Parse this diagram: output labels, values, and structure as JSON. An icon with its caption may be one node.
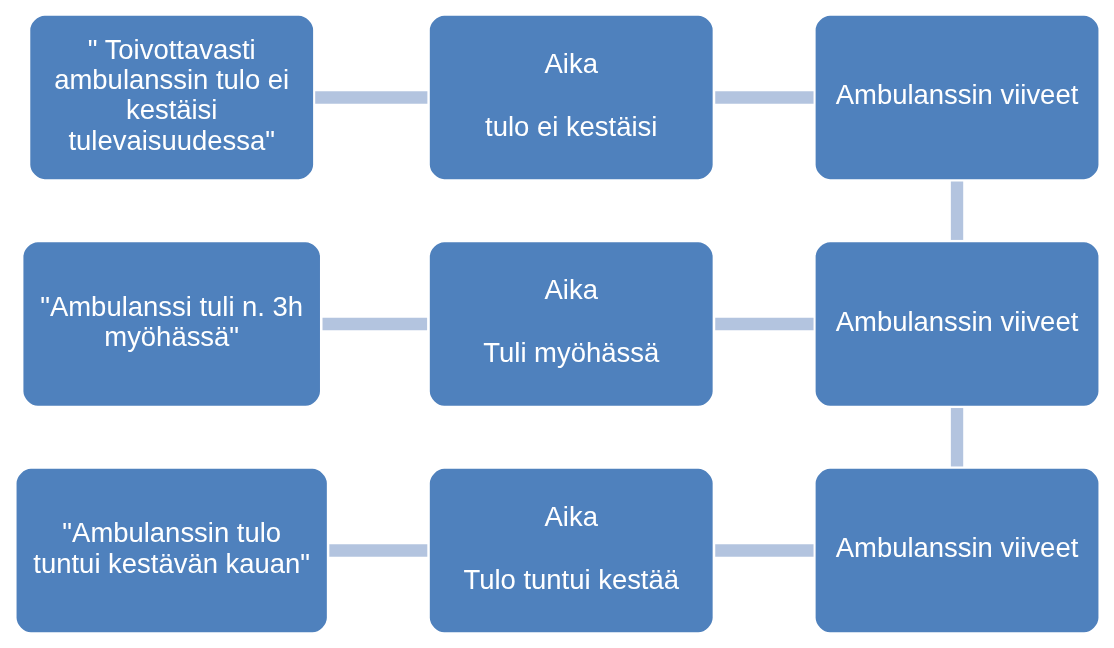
{
  "diagram": {
    "nodes": [
      {
        "text": [
          "\" Toivottavasti ambulanssin tulo ei kestäisi tulevaisuudessa\""
        ]
      },
      {
        "text": [
          "Aika",
          "tulo ei kestäisi"
        ]
      },
      {
        "text": [
          "Ambulanssin viiveet"
        ]
      },
      {
        "text": [
          "\"Ambulanssi tuli n. 3h myöhässä\""
        ]
      },
      {
        "text": [
          "Aika",
          "Tuli myöhässä"
        ]
      },
      {
        "text": [
          "Ambulanssin viiveet"
        ]
      },
      {
        "text": [
          "\"Ambulanssin tulo tuntui kestävän kauan\""
        ]
      },
      {
        "text": [
          "Aika",
          "Tulo tuntui kestää"
        ]
      },
      {
        "text": [
          "Ambulanssin viiveet"
        ]
      }
    ],
    "edges": [
      {
        "from": 0,
        "to": 1,
        "arrow": "none"
      },
      {
        "from": 1,
        "to": 2,
        "arrow": "none"
      },
      {
        "from": 2,
        "to": 5,
        "arrow": "none"
      },
      {
        "from": 3,
        "to": 4,
        "arrow": "none"
      },
      {
        "from": 4,
        "to": 5,
        "arrow": "none"
      },
      {
        "from": 5,
        "to": 8,
        "arrow": "none"
      },
      {
        "from": 6,
        "to": 7,
        "arrow": "none"
      },
      {
        "from": 7,
        "to": 8,
        "arrow": "none"
      }
    ]
  }
}
